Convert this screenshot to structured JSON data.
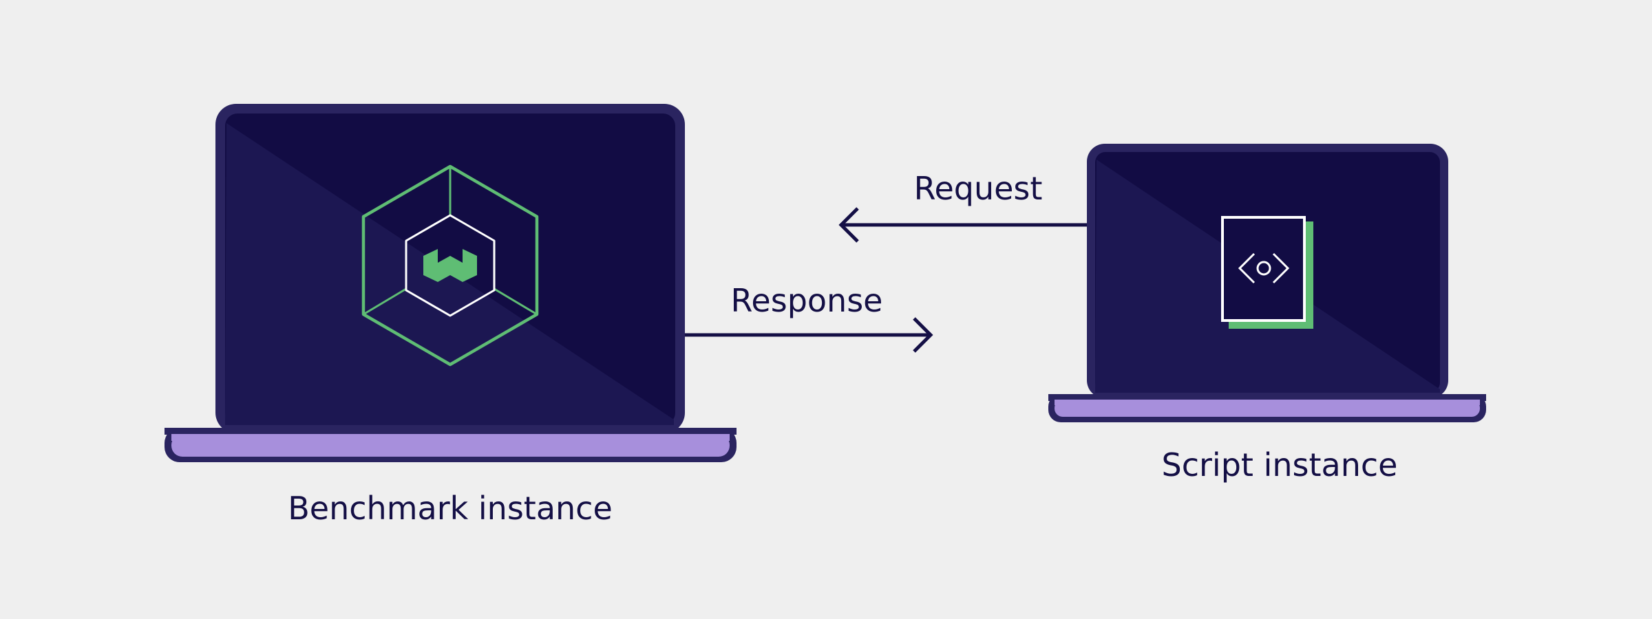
{
  "diagram": {
    "nodes": {
      "benchmark": {
        "label": "Benchmark instance",
        "icon": "wiremock-hexagon-logo-icon"
      },
      "script": {
        "label": "Script instance",
        "icon": "code-document-icon"
      }
    },
    "edges": [
      {
        "id": "request",
        "from": "script",
        "to": "benchmark",
        "label": "Request"
      },
      {
        "id": "response",
        "from": "benchmark",
        "to": "script",
        "label": "Response"
      }
    ]
  },
  "colors": {
    "background": "#efefef",
    "laptop_frame": "#2a2460",
    "screen_dark": "#120c44",
    "screen_light": "#1c1752",
    "laptop_base": "#a78fdc",
    "accent_green": "#5fbd74",
    "ink": "#140f45",
    "white": "#ffffff"
  }
}
